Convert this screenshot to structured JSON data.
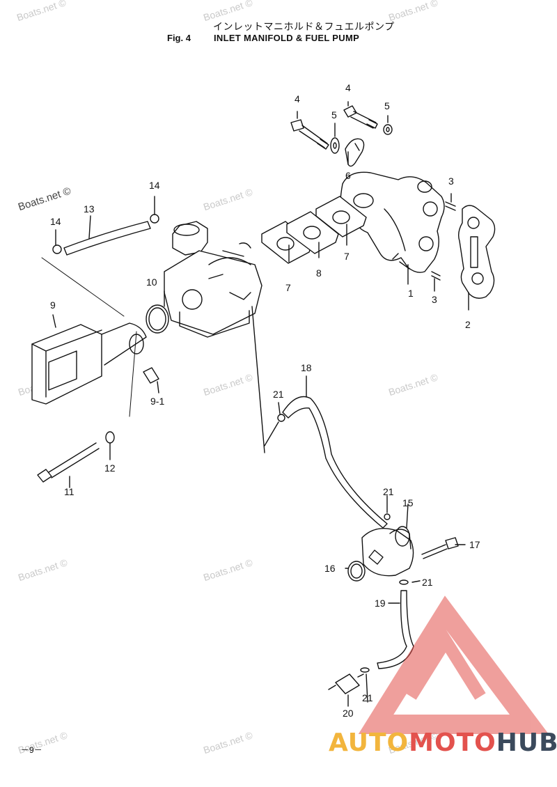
{
  "header": {
    "title_jp": "インレットマニホルド＆フュエルポンプ",
    "fig_label": "Fig. 4",
    "fig_title": "INLET MANIFOLD & FUEL PUMP"
  },
  "watermarks": {
    "text": "Boats.net ©"
  },
  "callouts": [
    "1",
    "2",
    "3",
    "3",
    "4",
    "4",
    "5",
    "5",
    "6",
    "7",
    "7",
    "8",
    "9",
    "9-1",
    "10",
    "11",
    "12",
    "13",
    "14",
    "14",
    "15",
    "16",
    "17",
    "18",
    "19",
    "20",
    "21",
    "21",
    "21",
    "21"
  ],
  "page_number": "－9－",
  "logo": {
    "part1": "AUTO",
    "part2": "MOTO",
    "part3": "HUB",
    "colors": {
      "auto": "#f2b53d",
      "moto": "#e3524d",
      "hub": "#3b4a5c",
      "triangle": "#e3524d"
    }
  }
}
